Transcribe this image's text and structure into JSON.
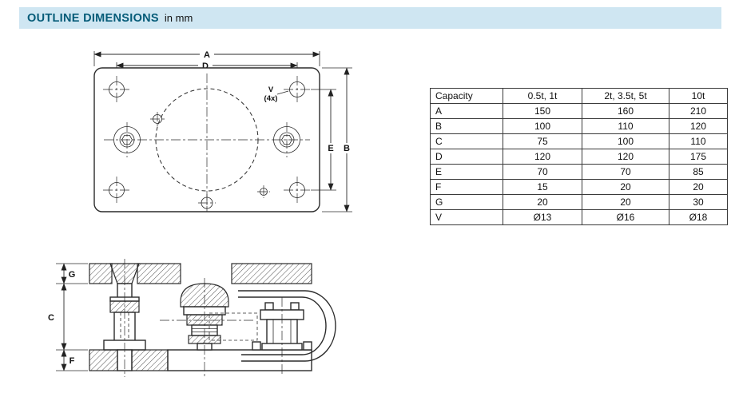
{
  "header": {
    "title": "OUTLINE DIMENSIONS",
    "note": "in mm",
    "bg_color": "#cfe6f2",
    "title_color": "#055b78"
  },
  "table": {
    "headers": [
      "Capacity",
      "0.5t, 1t",
      "2t, 3.5t, 5t",
      "10t"
    ],
    "rows": [
      {
        "label": "A",
        "values": [
          "150",
          "160",
          "210"
        ]
      },
      {
        "label": "B",
        "values": [
          "100",
          "110",
          "120"
        ]
      },
      {
        "label": "C",
        "values": [
          "75",
          "100",
          "110"
        ]
      },
      {
        "label": "D",
        "values": [
          "120",
          "120",
          "175"
        ]
      },
      {
        "label": "E",
        "values": [
          "70",
          "70",
          "85"
        ]
      },
      {
        "label": "F",
        "values": [
          "15",
          "20",
          "20"
        ]
      },
      {
        "label": "G",
        "values": [
          "20",
          "20",
          "30"
        ]
      },
      {
        "label": "V",
        "values": [
          "Ø13",
          "Ø16",
          "Ø18"
        ]
      }
    ]
  },
  "top_view": {
    "labels": {
      "a": "A",
      "d": "D",
      "v": "V",
      "v_note": "(4x)",
      "e": "E",
      "b": "B"
    }
  },
  "side_view": {
    "labels": {
      "g": "G",
      "c": "C",
      "f": "F"
    }
  }
}
